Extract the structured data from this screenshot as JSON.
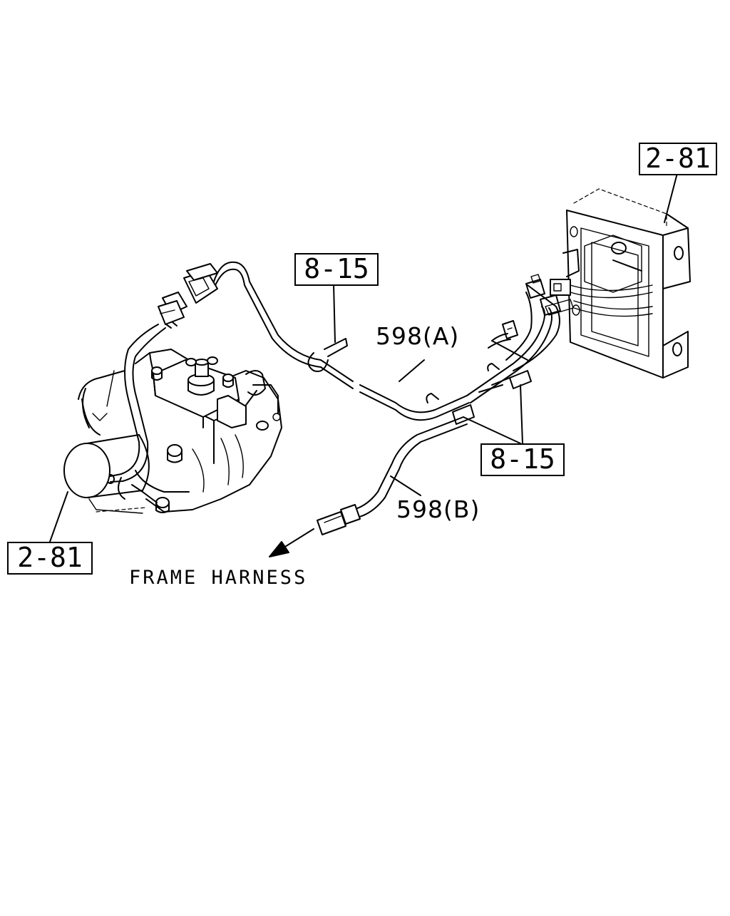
{
  "references": {
    "bracket_top_right": "2-81",
    "clip_top": "8-15",
    "clips_bottom": "8-15",
    "pump_left": "2-81"
  },
  "callouts": {
    "harness_a": "598(A)",
    "harness_b": "598(B)"
  },
  "labels": {
    "frame_harness": "FRAME HARNESS"
  }
}
